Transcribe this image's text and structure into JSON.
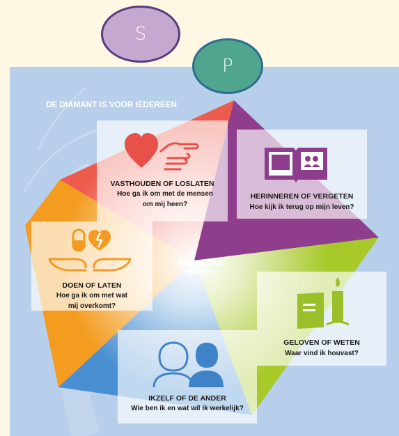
{
  "badges": {
    "s": "S",
    "p": "P"
  },
  "heading": "DE DIAMANT IS VOOR IEDEREEN",
  "center": {
    "line1": "INNERLIJKE",
    "line2": "RUIMTE"
  },
  "cards": [
    {
      "title": "VASTHOUDEN OF LOSLATEN",
      "question": "Hoe ga ik om met de mensen om mij heen?",
      "icon": "heart-hand-icon",
      "color": "#e8504a"
    },
    {
      "title": "HERINNEREN OF VERGETEN",
      "question": "Hoe kijk ik terug op mijn leven?",
      "icon": "photo-album-icon",
      "color": "#8e3c8c"
    },
    {
      "title": "DOEN OF LATEN",
      "question": "Hoe ga ik om met wat mij overkomt?",
      "icon": "hands-pill-broken-heart-icon",
      "color": "#f39b22"
    },
    {
      "title": "GELOVEN OF WETEN",
      "question": "Waar vind ik houvast?",
      "icon": "book-candle-icon",
      "color": "#9bbf2a"
    },
    {
      "title": "IKZELF OF DE ANDER",
      "question": "Wie ben ik en wat wil ik werkelijk?",
      "icon": "two-people-icon",
      "color": "#3f82c8"
    }
  ]
}
